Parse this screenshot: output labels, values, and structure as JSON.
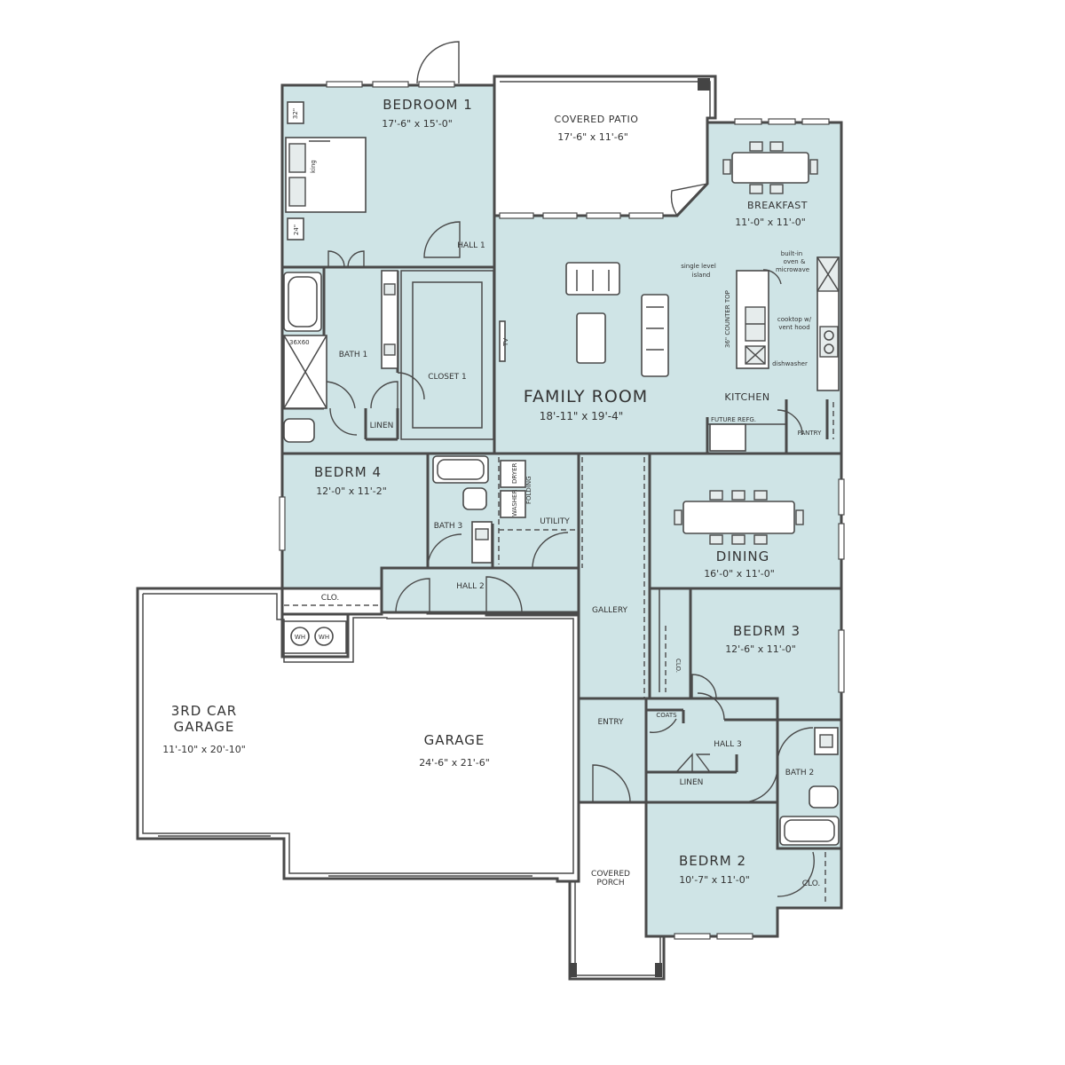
{
  "rooms": {
    "bedroom1": {
      "name": "BEDROOM 1",
      "dim": "17'-6\" x 15'-0\""
    },
    "covered_patio": {
      "name": "COVERED PATIO",
      "dim": "17'-6\" x 11'-6\""
    },
    "breakfast": {
      "name": "BREAKFAST",
      "dim": "11'-0\" x 11'-0\""
    },
    "hall1": {
      "name": "HALL 1"
    },
    "bath1": {
      "name": "BATH 1"
    },
    "closet1": {
      "name": "CLOSET 1"
    },
    "linen1": {
      "name": "LINEN"
    },
    "family_room": {
      "name": "FAMILY ROOM",
      "dim": "18'-11\" x 19'-4\""
    },
    "kitchen": {
      "name": "KITCHEN"
    },
    "pantry": {
      "name": "PANTRY"
    },
    "bedrm4": {
      "name": "BEDRM 4",
      "dim": "12'-0\" x 11'-2\""
    },
    "bath3": {
      "name": "BATH 3"
    },
    "utility": {
      "name": "UTILITY"
    },
    "hall2": {
      "name": "HALL 2"
    },
    "clo4": {
      "name": "CLO."
    },
    "dining": {
      "name": "DINING",
      "dim": "16'-0\" x 11'-0\""
    },
    "gallery": {
      "name": "GALLERY"
    },
    "bedrm3": {
      "name": "BEDRM 3",
      "dim": "12'-6\" x 11'-0\""
    },
    "clo3": {
      "name": "CLO."
    },
    "coats": {
      "name": "COATS"
    },
    "entry": {
      "name": "ENTRY"
    },
    "hall3": {
      "name": "HALL 3"
    },
    "linen3": {
      "name": "LINEN"
    },
    "bath2": {
      "name": "BATH 2"
    },
    "bedrm2": {
      "name": "BEDRM 2",
      "dim": "10'-7\" x 11'-0\""
    },
    "clo2": {
      "name": "CLO."
    },
    "garage3": {
      "name_line1": "3RD CAR",
      "name_line2": "GARAGE",
      "dim": "11'-10\" x 20'-10\""
    },
    "garage": {
      "name": "GARAGE",
      "dim": "24'-6\" x 21'-6\""
    },
    "covered_porch": {
      "name_line1": "COVERED",
      "name_line2": "PORCH"
    }
  },
  "annotations": {
    "island": "single level island",
    "island_line1": "single level",
    "island_line2": "island",
    "oven_line1": "built-in",
    "oven_line2": "oven &",
    "oven_line3": "microwave",
    "cooktop_line1": "cooktop w/",
    "cooktop_line2": "vent hood",
    "dishwasher": "dishwasher",
    "counter_top": "36\" COUNTER TOP",
    "future_refg": "FUTURE REFG.",
    "tv": "TV",
    "king": "king",
    "nightstand_top": "32\"",
    "nightstand_bottom": "24\"",
    "dryer": "DRYER",
    "washer": "WASHER",
    "folding": "FOLDING",
    "wh1": "WH",
    "wh2": "WH",
    "shower": "36X60"
  }
}
